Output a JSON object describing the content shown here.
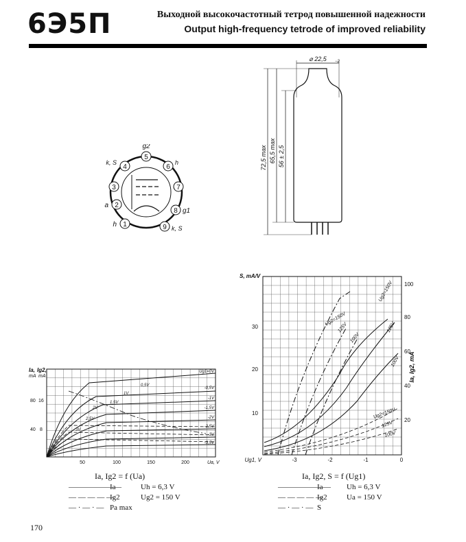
{
  "header": {
    "tube_name": "6Э5П",
    "title_ru": "Выходной высокочастотный тетрод повышенной надежности",
    "title_en": "Output high-frequency tetrode of improved reliability"
  },
  "pinout": {
    "pins": [
      "1",
      "2",
      "3",
      "4",
      "5",
      "6",
      "7",
      "8",
      "9"
    ],
    "labels": {
      "p1": "h",
      "p2": "a",
      "p4": "k, S",
      "p5": "g2",
      "p6": "h",
      "p8": "g1",
      "p9": "k, S"
    }
  },
  "dimensions": {
    "diameter": "⌀ 22,5",
    "diameter_tol": "−2",
    "total": "72,5 max",
    "body": "65,5 max",
    "envelope": "56 ± 2,5"
  },
  "left_chart": {
    "y_label_1": "Ia,",
    "y_label_1b": "mA",
    "y_label_2": "Ig2,",
    "y_label_2b": "mA",
    "x_label": "Ua, V",
    "y_ticks_a": [
      "40",
      "80"
    ],
    "y_ticks_g": [
      "8",
      "16"
    ],
    "x_ticks": [
      "50",
      "100",
      "150",
      "200"
    ],
    "curve_labels": [
      "Ug1=0V",
      "-0,5V",
      "-1V",
      "-1,5V",
      "-2V",
      "-2,5V",
      "-3V",
      "-3,5V"
    ],
    "inner_labels": [
      "0,5V",
      "1V",
      "1,5V",
      "2V",
      "2,5V",
      "3V"
    ],
    "caption_func": "Ia, Ig2 = f (Ua)",
    "legend": [
      {
        "symbol": "———————",
        "name": "Ia",
        "cond": "Uh = 6,3 V"
      },
      {
        "symbol": "— — — — —",
        "name": "Ig2",
        "cond": "Ug2 = 150 V"
      },
      {
        "symbol": "— · — · —",
        "name": "Pa max",
        "cond": ""
      }
    ]
  },
  "right_chart": {
    "y_label_left": "S, mA/V",
    "y_label_right": "Ia, Ig2, mA",
    "x_label": "Ug1, V",
    "left_ticks": [
      "10",
      "20",
      "30"
    ],
    "right_ticks": [
      "20",
      "40",
      "60",
      "80",
      "100"
    ],
    "x_ticks": [
      "-3",
      "-2",
      "-1",
      "0"
    ],
    "curve_labels": [
      "Ug2=150V",
      "125V",
      "100V",
      "Ug2=150V",
      "125V",
      "100V",
      "Ug2=150V",
      "125V",
      "100V"
    ],
    "caption_func": "Ia, Ig2, S = f (Ug1)",
    "legend": [
      {
        "symbol": "———————",
        "name": "Ia",
        "cond": "Uh = 6,3 V"
      },
      {
        "symbol": "— — — — —",
        "name": "Ig2",
        "cond": "Ua = 150 V"
      },
      {
        "symbol": "— · — · —",
        "name": "S",
        "cond": ""
      }
    ]
  },
  "page_number": "170"
}
